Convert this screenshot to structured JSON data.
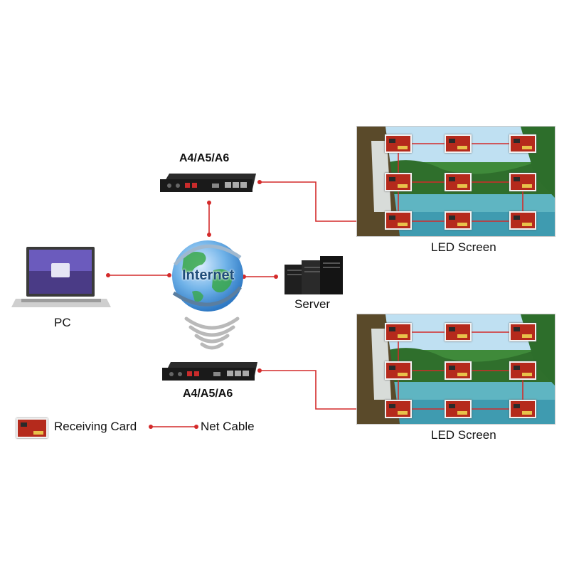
{
  "controllers": {
    "top": {
      "label": "A4/A5/A6"
    },
    "bottom": {
      "label": "A4/A5/A6"
    }
  },
  "internet": {
    "label": "Internet"
  },
  "pc": {
    "label": "PC"
  },
  "server": {
    "label": "Server"
  },
  "screens": {
    "top": {
      "label": "LED Screen"
    },
    "bottom": {
      "label": "LED Screen"
    }
  },
  "legend": {
    "receiving_card": "Receiving Card",
    "net_cable": "Net Cable"
  },
  "colors": {
    "cable": "#d42a2a",
    "card": "#b52a1c",
    "device": "#1e1e1e"
  }
}
